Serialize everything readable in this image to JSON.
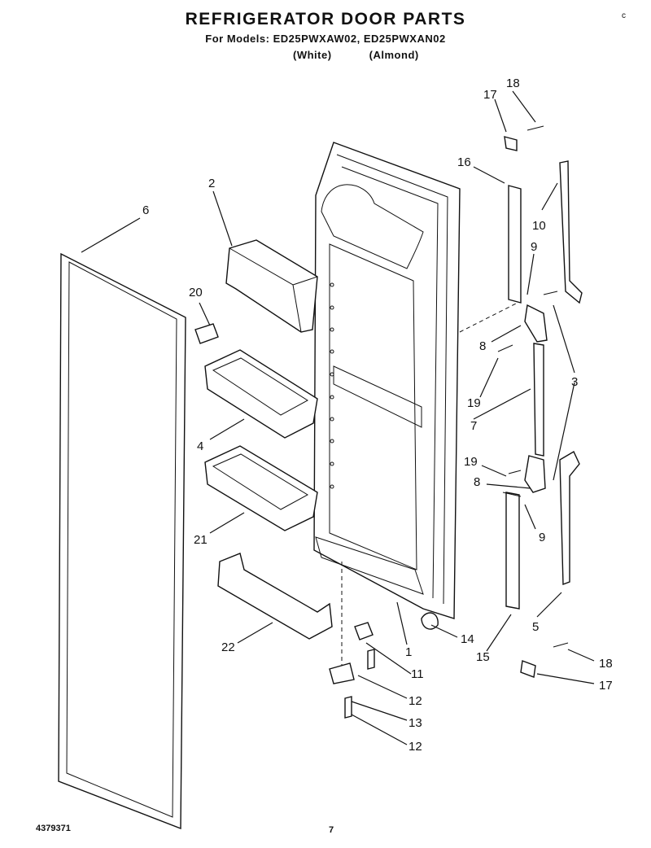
{
  "header": {
    "title": "REFRIGERATOR DOOR PARTS",
    "subtitle": "For Models: ED25PWXAW02, ED25PWXAN02",
    "variant_white": "(White)",
    "variant_almond": "(Almond)"
  },
  "callouts": {
    "c1": "1",
    "c2": "2",
    "c3": "3",
    "c4": "4",
    "c5": "5",
    "c6": "6",
    "c7": "7",
    "c8a": "8",
    "c8b": "8",
    "c9a": "9",
    "c9b": "9",
    "c10": "10",
    "c11": "11",
    "c12a": "12",
    "c12b": "12",
    "c13": "13",
    "c14": "14",
    "c15": "15",
    "c16": "16",
    "c17a": "17",
    "c17b": "17",
    "c18a": "18",
    "c18b": "18",
    "c19a": "19",
    "c19b": "19",
    "c20": "20",
    "c21": "21",
    "c22": "22"
  },
  "footer": {
    "doc_number": "4379371",
    "page_number": "7",
    "corner_mark": "c"
  }
}
